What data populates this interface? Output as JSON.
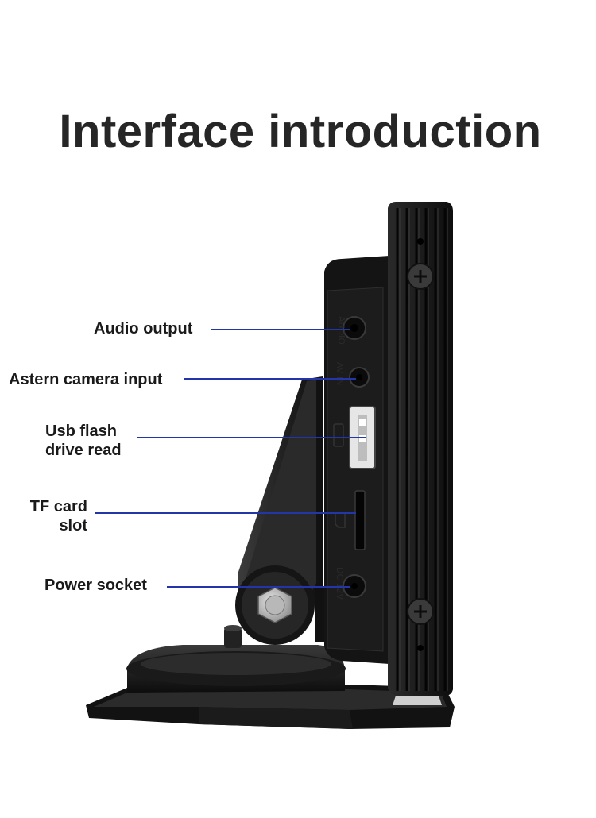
{
  "title": "Interface introduction",
  "callouts": [
    {
      "id": "audio-output",
      "lines": [
        "Audio output"
      ]
    },
    {
      "id": "astern-camera-input",
      "lines": [
        "Astern camera input"
      ]
    },
    {
      "id": "usb-flash-drive-read",
      "lines": [
        "Usb flash",
        "drive read"
      ]
    },
    {
      "id": "tf-card-slot",
      "lines": [
        "TF card",
        "slot"
      ]
    },
    {
      "id": "power-socket",
      "lines": [
        "Power socket"
      ]
    }
  ],
  "device_port_labels": {
    "audio": "AUDIO",
    "av_in": "AV IN",
    "dc": "DC 12V"
  },
  "colors": {
    "leader_line": "#2336a8",
    "title": "#262626",
    "device_body": "#151515"
  },
  "icons": {
    "usb_symbol": "usb-icon",
    "sd_card_symbol": "sd-card-icon",
    "mounting_screw": "screw-icon"
  }
}
